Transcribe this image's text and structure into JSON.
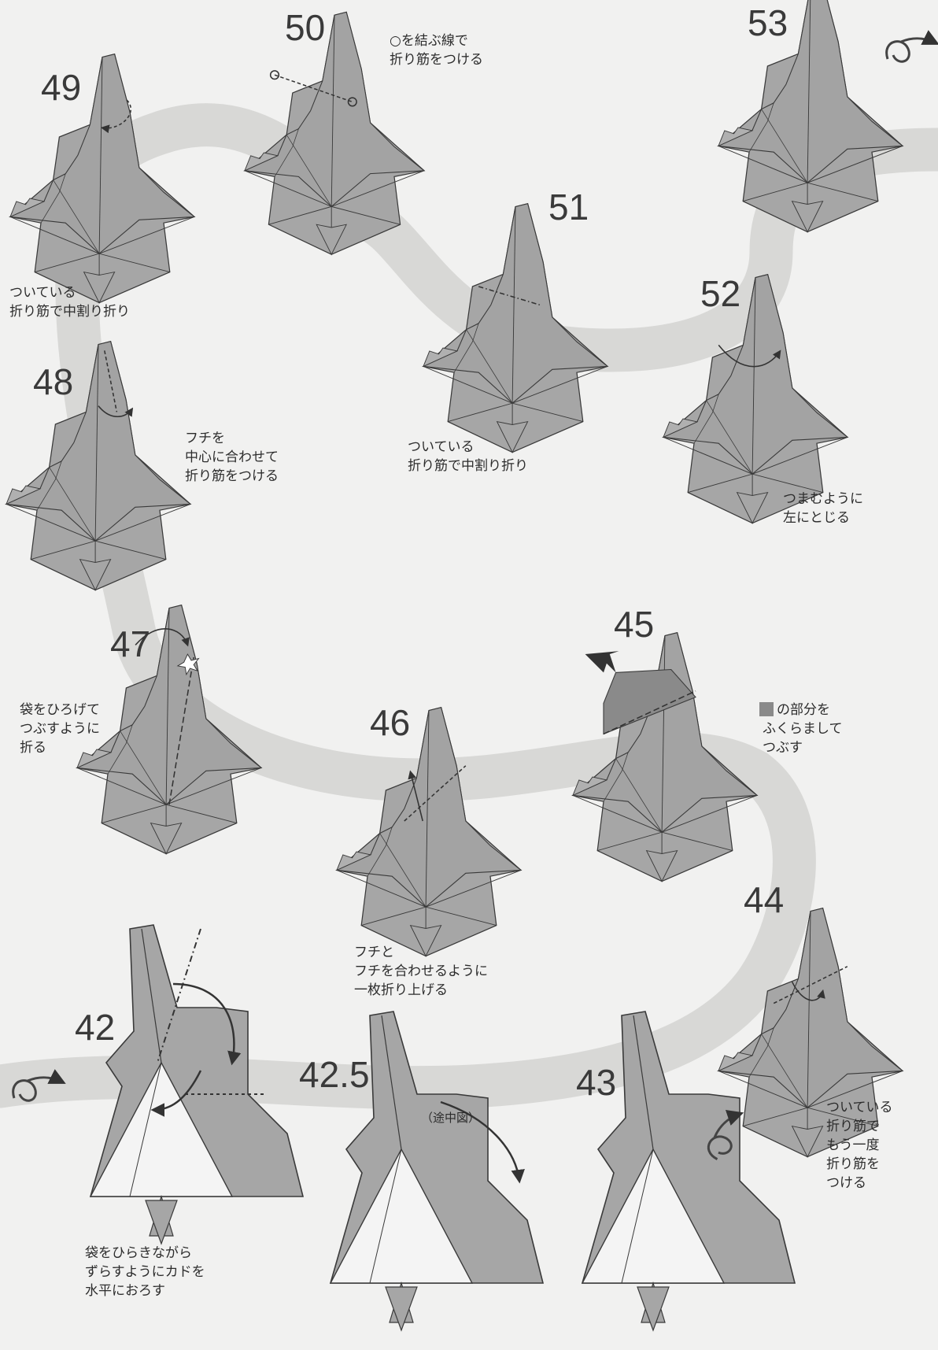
{
  "steps": [
    {
      "id": "49",
      "label": "49",
      "caption": [
        "ついている",
        "折り筋で中割り折り"
      ]
    },
    {
      "id": "50",
      "label": "50",
      "caption": [
        "○を結ぶ線で",
        "折り筋をつける"
      ]
    },
    {
      "id": "53",
      "label": "53",
      "caption": []
    },
    {
      "id": "51",
      "label": "51",
      "caption": [
        "ついている",
        "折り筋で中割り折り"
      ]
    },
    {
      "id": "52",
      "label": "52",
      "caption": [
        "つまむように",
        "左にとじる"
      ]
    },
    {
      "id": "48",
      "label": "48",
      "caption": [
        "フチを",
        "中心に合わせて",
        "折り筋をつける"
      ]
    },
    {
      "id": "47",
      "label": "47",
      "caption": [
        "袋をひろげて",
        "つぶすように",
        "折る"
      ]
    },
    {
      "id": "46",
      "label": "46",
      "caption": [
        "フチと",
        "フチを合わせるように",
        "一枚折り上げる"
      ]
    },
    {
      "id": "45",
      "label": "45",
      "caption": [
        "の部分を",
        "ふくらまして",
        "つぶす"
      ]
    },
    {
      "id": "44",
      "label": "44",
      "caption": [
        "ついている",
        "折り筋で",
        "もう一度",
        "折り筋を",
        "つける"
      ]
    },
    {
      "id": "42",
      "label": "42",
      "caption": [
        "袋をひらきながら",
        "ずらすようにカドを",
        "水平におろす"
      ]
    },
    {
      "id": "42_5",
      "label": "42.5",
      "caption": [
        "（途中図）"
      ]
    },
    {
      "id": "43",
      "label": "43",
      "caption": []
    }
  ],
  "colors": {
    "paper": "#a6a6a6",
    "paper_dark": "#8a8a8a",
    "paper_white": "#f4f4f4",
    "line": "#3a3a3a",
    "background": "#f1f1f0",
    "path_band": "#d8d8d6"
  },
  "icons": [
    "turn-over-icon",
    "push-arrow-icon",
    "fold-arrow-icon",
    "squash-star-icon"
  ]
}
